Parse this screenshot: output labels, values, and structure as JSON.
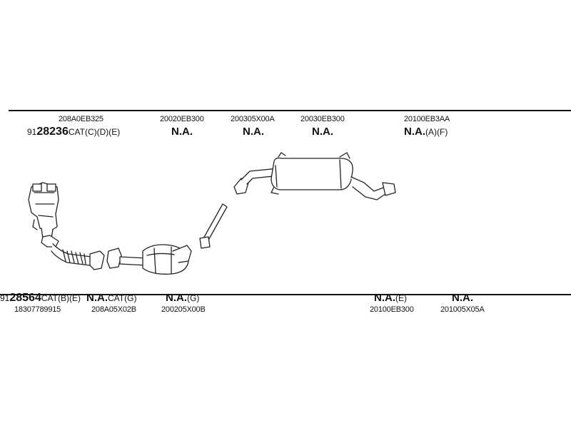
{
  "top_row": {
    "items": [
      {
        "code": "208A0EB325",
        "pre": "91",
        "num": "28236",
        "suffix": "CAT(C)(D)(E)"
      },
      {
        "code": "20020EB300",
        "na": "N.A.",
        "suffix": ""
      },
      {
        "code": "200305X00A",
        "na": "N.A.",
        "suffix": ""
      },
      {
        "code": "20030EB300",
        "na": "N.A.",
        "suffix": ""
      },
      {
        "code": "20100EB3AA",
        "na": "N.A.",
        "suffix": "(A)(F)"
      }
    ]
  },
  "bottom_row": {
    "items": [
      {
        "pre": "91",
        "num": "28564",
        "suffix": "CAT(B)(E)",
        "code": "18307789915"
      },
      {
        "na": "N.A.",
        "suffix": "CAT(G)",
        "code": "208A05X02B"
      },
      {
        "na": "N.A.",
        "suffix": "(G)",
        "code": "200205X00B"
      },
      {
        "na": "N.A.",
        "suffix": "(E)",
        "code": "20100EB300"
      },
      {
        "na": "N.A.",
        "suffix": "",
        "code": "201005X05A"
      }
    ]
  }
}
